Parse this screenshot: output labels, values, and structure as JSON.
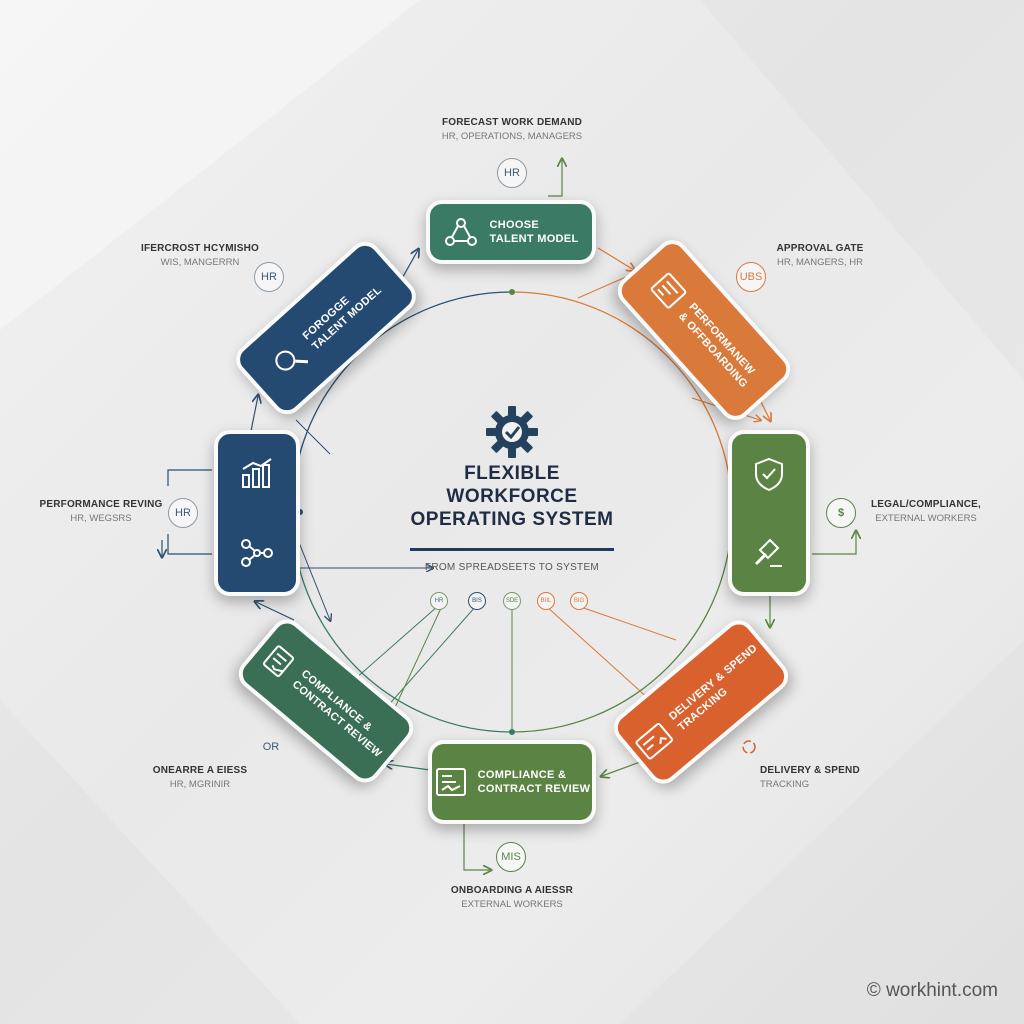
{
  "center": {
    "title_line1": "Flexible",
    "title_line2": "Workforce",
    "title_line3": "Operating System",
    "subtitle": "From Spreadseets to System"
  },
  "nodes": {
    "choose_talent": {
      "label_line1": "Choose",
      "label_line2": "Talent Model"
    },
    "forecast_talent": {
      "label_line1": "Forogge",
      "label_line2": "Talent Model"
    },
    "performance_offboarding": {
      "label_line1": "Performanew",
      "label_line2": "& Offboarding"
    },
    "compliance_left": {
      "label_line1": "Compliance &",
      "label_line2": "Contract Review"
    },
    "compliance_bottom": {
      "label_line1": "Compliance &",
      "label_line2": "Contract Review"
    },
    "delivery_spend": {
      "label_line1": "Delivery & Spend",
      "label_line2": "Tracking"
    }
  },
  "external": {
    "top": {
      "title": "Forecast Work Demand",
      "sub": "HR, Operations, Managers",
      "badge": "HR"
    },
    "top_left": {
      "title": "Ifercrost Hcymisho",
      "sub": "WIS, Mangerrn",
      "badge": "HR"
    },
    "top_right": {
      "title": "Approval Gate",
      "sub": "HR, Mangers, HR",
      "badge": "UBS"
    },
    "left": {
      "title": "Performance Reving",
      "sub": "HR, Wegsrs",
      "badge": "HR"
    },
    "right": {
      "title": "Legal/Compliance,",
      "sub": "External Workers",
      "badge": "$"
    },
    "bottom_left": {
      "title": "Onearre a Eiess",
      "sub": "HR, Mgrinir",
      "badge": "OR"
    },
    "bottom_right": {
      "title": "Delivery & Spend",
      "sub": "Tracking",
      "badge": ""
    },
    "bottom": {
      "title": "Onboarding a Aiessr",
      "sub": "External Workers",
      "badge": "MIS"
    }
  },
  "mini_badges": [
    "HR",
    "BIS",
    "SDE",
    "BIIL",
    "BIG"
  ],
  "colors": {
    "navy": "#254a72",
    "teal": "#3b7a64",
    "orange": "#d9793a",
    "green": "#5b8444",
    "dark_green": "#3a6f55"
  },
  "watermark": "© workhint.com"
}
